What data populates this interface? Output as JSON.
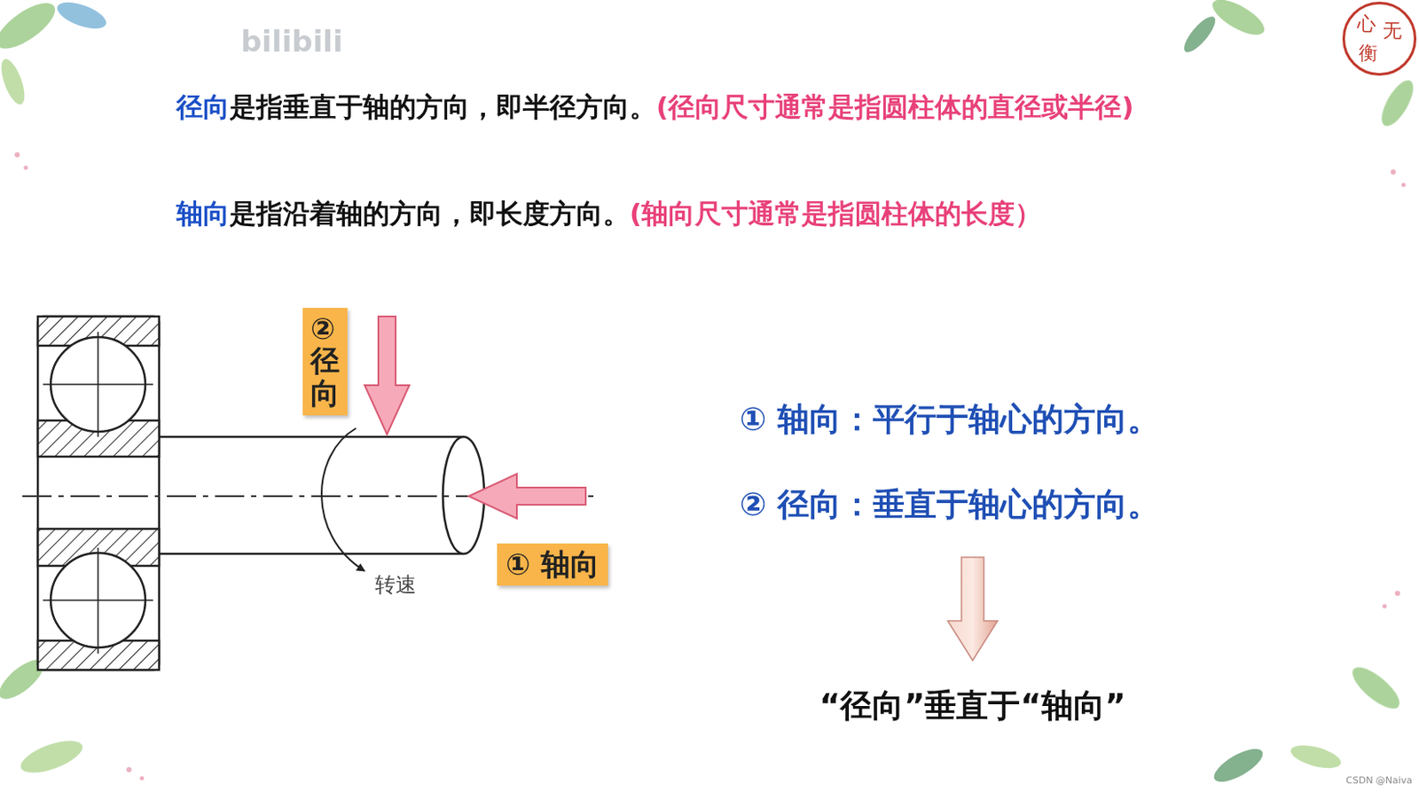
{
  "diagram": {
    "nodes": [
      {
        "text": [
          "②径向"
        ]
      },
      {
        "text": [
          "① 轴向"
        ]
      },
      {
        "text": [
          "心",
          "无",
          "衡"
        ]
      }
    ],
    "labels": [
      "径向",
      "是指垂直于轴的方向，即半径方向。",
      "(径向尺寸通常是指圆柱体的直径或半径)",
      "轴向",
      "是指沿着轴的方向，即长度方向。",
      "(轴向尺寸通常是指圆柱体的长度）",
      "转速",
      "① 轴向：平行于轴心的方向。",
      "② 径向：垂直于轴心的方向。",
      "“径向”垂直于“轴向”",
      "bilibili",
      "CSDN @Naiva"
    ]
  }
}
